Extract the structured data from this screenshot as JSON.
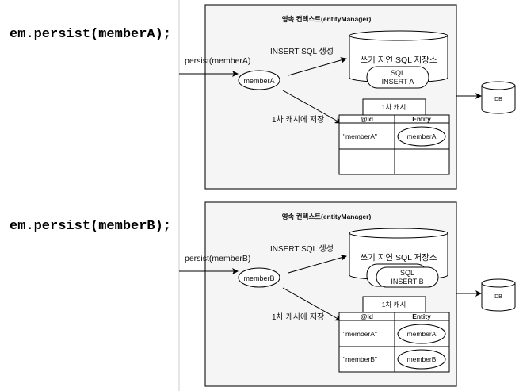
{
  "steps": [
    {
      "code": "em.persist(memberA);",
      "context_title": "영속 컨텍스트(entityManager)",
      "persist_label": "persist(memberA)",
      "entity": "memberA",
      "insert_label": "INSERT SQL 생성",
      "sql_store_label": "쓰기 지연 SQL 저장소",
      "sql_items": [
        {
          "line1": "SQL",
          "line2": "INSERT A"
        }
      ],
      "cache_save_label": "1차 캐시에 저장",
      "cache_label": "1차 캐시",
      "cache_headers": [
        "@Id",
        "Entity"
      ],
      "cache_rows": [
        {
          "id": "\"memberA\"",
          "entity": "memberA"
        }
      ],
      "db_label": "DB"
    },
    {
      "code": "em.persist(memberB);",
      "context_title": "영속 컨텍스트(entityManager)",
      "persist_label": "persist(memberB)",
      "entity": "memberB",
      "insert_label": "INSERT SQL 생성",
      "sql_store_label": "쓰기 지연 SQL 저장소",
      "sql_items": [
        {
          "line1": "SQL",
          "line2": "INSERT B"
        }
      ],
      "cache_save_label": "1차 캐시에 저장",
      "cache_label": "1차 캐시",
      "cache_headers": [
        "@Id",
        "Entity"
      ],
      "cache_rows": [
        {
          "id": "\"memberA\"",
          "entity": "memberA"
        },
        {
          "id": "\"memberB\"",
          "entity": "memberB"
        }
      ],
      "db_label": "DB"
    }
  ]
}
